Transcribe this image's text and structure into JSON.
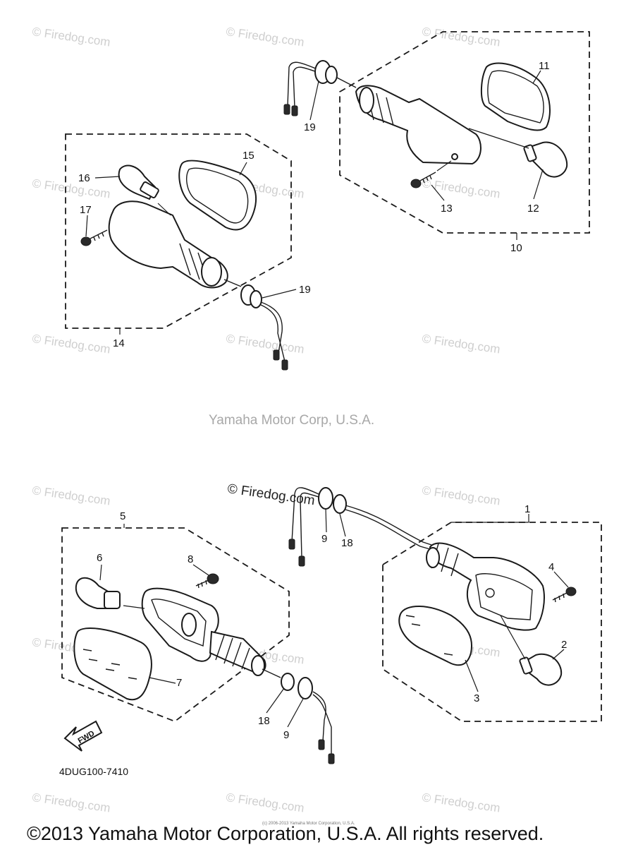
{
  "watermark": "© Firedog.com",
  "watermark_dark": "© Firedog.com",
  "credit": "Yamaha Motor Corp, U.S.A.",
  "diagram_code": "4DUG100-7410",
  "fine_print": "(c) 2006-2013 Yamaha Motor Corporation, U.S.A.",
  "footer": "©2013 Yamaha Motor Corporation, U.S.A. All rights reserved.",
  "fwd_label": "FWD",
  "callouts": {
    "n1": "1",
    "n2": "2",
    "n3": "3",
    "n4": "4",
    "n5": "5",
    "n6": "6",
    "n7": "7",
    "n8": "8",
    "n9a": "9",
    "n9b": "9",
    "n10": "10",
    "n11": "11",
    "n12": "12",
    "n13": "13",
    "n14": "14",
    "n15": "15",
    "n16": "16",
    "n17": "17",
    "n18a": "18",
    "n18b": "18",
    "n19a": "19",
    "n19b": "19"
  }
}
